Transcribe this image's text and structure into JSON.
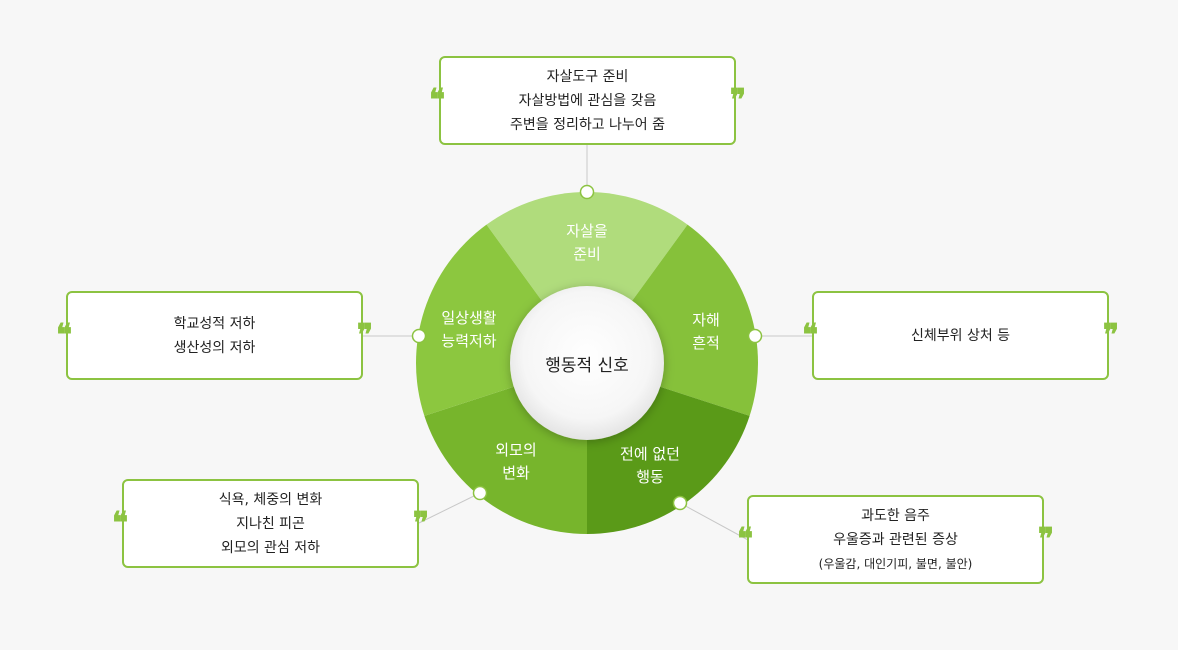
{
  "center_label": "행동적 신호",
  "segments": [
    {
      "id": "prepare",
      "lines": [
        "자살을",
        "준비"
      ],
      "color": "#b0dc7c"
    },
    {
      "id": "selfharm",
      "lines": [
        "자해",
        "흔적"
      ],
      "color": "#86c13a"
    },
    {
      "id": "newbehavior",
      "lines": [
        "전에 없던",
        "행동"
      ],
      "color": "#5a9a18"
    },
    {
      "id": "appearance",
      "lines": [
        "외모의",
        "변화"
      ],
      "color": "#77b52c"
    },
    {
      "id": "dailylife",
      "lines": [
        "일상생활",
        "능력저하"
      ],
      "color": "#8cc73f"
    }
  ],
  "boxes": {
    "prepare": {
      "lines": [
        "자살도구 준비",
        "자살방법에 관심을 갖음",
        "주변을 정리하고 나누어 줌"
      ]
    },
    "selfharm": {
      "lines": [
        "신체부위 상처 등"
      ]
    },
    "newbehavior": {
      "lines": [
        "과도한 음주",
        "우울증과 관련된 증상"
      ],
      "note": "(우울감, 대인기피, 불면, 불안)"
    },
    "appearance": {
      "lines": [
        "식욕, 체중의 변화",
        "지나친 피곤",
        "외모의 관심 저하"
      ]
    },
    "dailylife": {
      "lines": [
        "학교성적 저하",
        "생산성의 저하"
      ]
    }
  },
  "quote_open": "❝",
  "quote_close": "❞",
  "colors": {
    "accent": "#8cc341",
    "connector": "#c8c8c8",
    "background": "#f7f7f7"
  }
}
